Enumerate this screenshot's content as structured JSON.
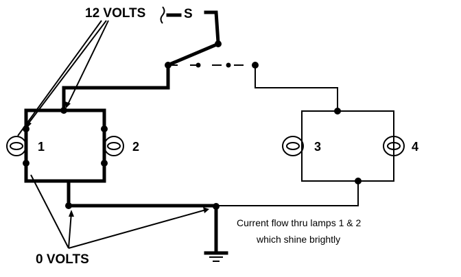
{
  "labels": {
    "supply_voltage": "12 VOLTS",
    "switch": "S",
    "ground_voltage": "0 VOLTS",
    "note_line1": "Current flow thru lamps 1 & 2",
    "note_line2": "which shine brightly"
  },
  "lamps": [
    {
      "number": "1"
    },
    {
      "number": "2"
    },
    {
      "number": "3"
    },
    {
      "number": "4"
    }
  ],
  "colors": {
    "wire": "#000000",
    "background": "#ffffff"
  }
}
